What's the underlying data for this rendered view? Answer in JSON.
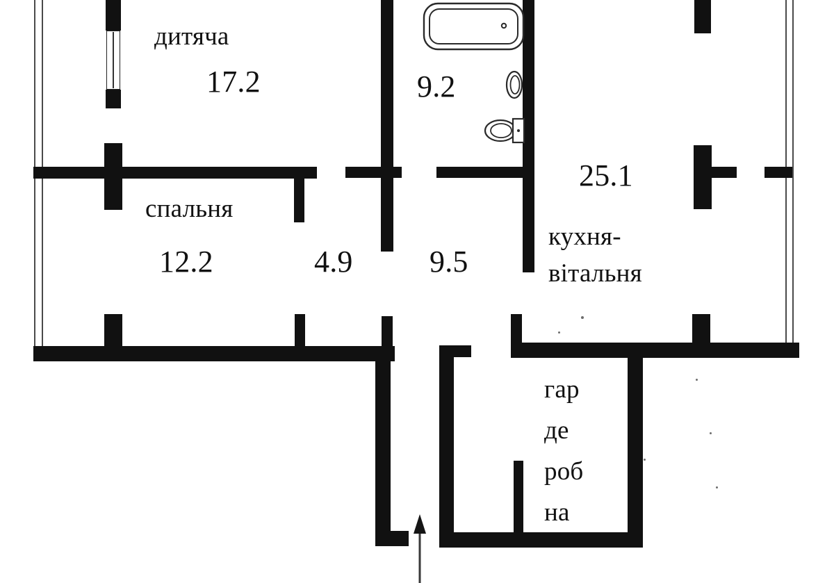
{
  "plan": {
    "type": "apartment-floor-plan",
    "units": "square meters",
    "language": "uk",
    "background_color": "#ffffff",
    "wall_color": "#111111",
    "glazing_color": "#4a4a4a"
  },
  "rooms": [
    {
      "id": "nursery",
      "name": "дитяча",
      "area": "17.2"
    },
    {
      "id": "bathroom",
      "name": "",
      "area": "9.2"
    },
    {
      "id": "living",
      "name": "кухня-вітальня",
      "area": "25.1"
    },
    {
      "id": "bedroom",
      "name": "спальня",
      "area": "12.2"
    },
    {
      "id": "corridor_a",
      "name": "",
      "area": "4.9"
    },
    {
      "id": "corridor_b",
      "name": "",
      "area": "9.5"
    },
    {
      "id": "wardrobe",
      "name": "гардеробна",
      "area": ""
    }
  ],
  "labels": {
    "nursery_name": "дитяча",
    "nursery_area": "17.2",
    "bathroom_area": "9.2",
    "living_area": "25.1",
    "living_name_line1": "кухня-",
    "living_name_line2": "вітальня",
    "bedroom_name": "спальня",
    "bedroom_area": "12.2",
    "hall_area_1": "4.9",
    "hall_area_2": "9.5",
    "wardrobe_line1": "гар",
    "wardrobe_line2": "де",
    "wardrobe_line3": "роб",
    "wardrobe_line4": "на"
  },
  "fixtures": [
    {
      "id": "bathtub",
      "name": "bathtub-icon"
    },
    {
      "id": "sink",
      "name": "sink-icon"
    },
    {
      "id": "toilet",
      "name": "toilet-icon"
    }
  ],
  "markers": {
    "entrance": "entrance-arrow"
  }
}
